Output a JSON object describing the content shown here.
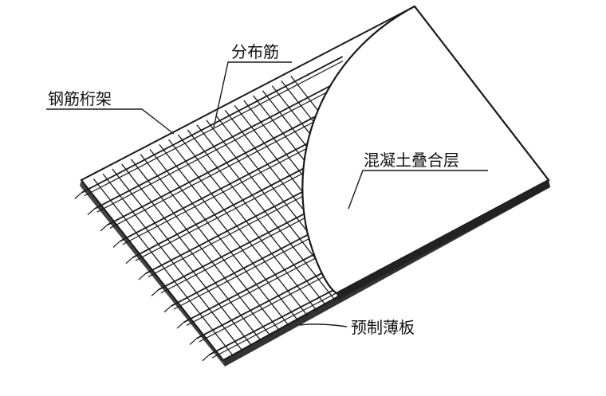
{
  "diagram": {
    "labels": {
      "distribution_bar": "分布筋",
      "steel_truss": "钢筋桁架",
      "concrete_topping": "混凝土叠合层",
      "precast_slab": "预制薄板"
    },
    "colors": {
      "line": "#1a1a1a",
      "background": "#ffffff",
      "slab_edge": "#333333"
    }
  }
}
